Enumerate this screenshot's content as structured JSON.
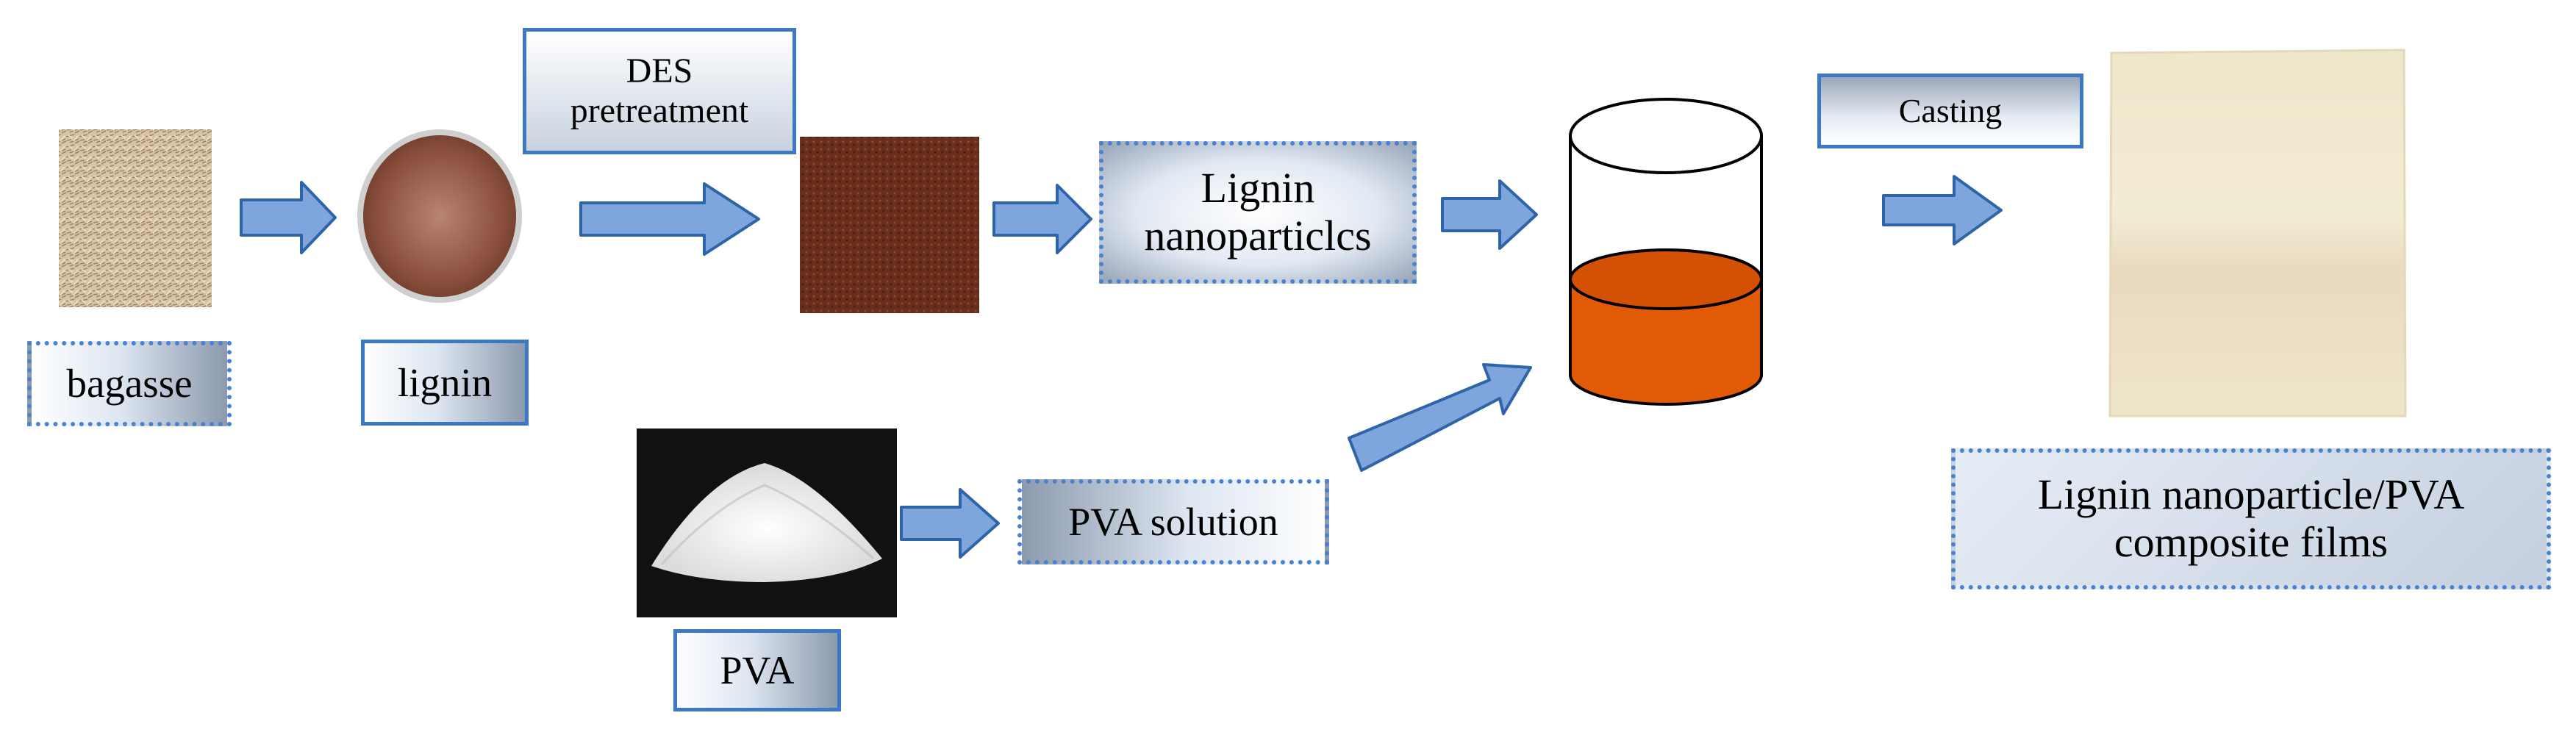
{
  "labels": {
    "bagasse": "bagasse",
    "lignin": "lignin",
    "des_line1": "DES",
    "des_line2": "pretreatment",
    "lnp_line1": "Lignin",
    "lnp_line2": "nanoparticlcs",
    "pva": "PVA",
    "pva_solution": "PVA solution",
    "casting": "Casting",
    "film_line1": "Lignin nanoparticle/PVA",
    "film_line2": "composite films"
  },
  "colors": {
    "arrow_fill": "#7ea6dc",
    "arrow_stroke": "#2f64a8",
    "box_border": "#3d78c5",
    "liquid": "#e35a06",
    "film": "#f0ead1",
    "lignin_powder": "#8a4f3c",
    "lignin_nanoparticles": "#6a2f1c",
    "bagasse": "#d7c3a5",
    "pva_background": "#111111",
    "pva_crystals": "#ffffff"
  },
  "icons": {
    "bagasse_photo": "bagasse-fiber-photo",
    "lignin_photo": "lignin-powder-dish-photo",
    "nanoparticle_photo": "dark-brown-powder-photo",
    "pva_photo": "white-pva-granules-photo",
    "beaker": "beaker-with-orange-liquid",
    "film_photo": "composite-film-sheet-photo",
    "arrows": "block-right-arrow"
  }
}
